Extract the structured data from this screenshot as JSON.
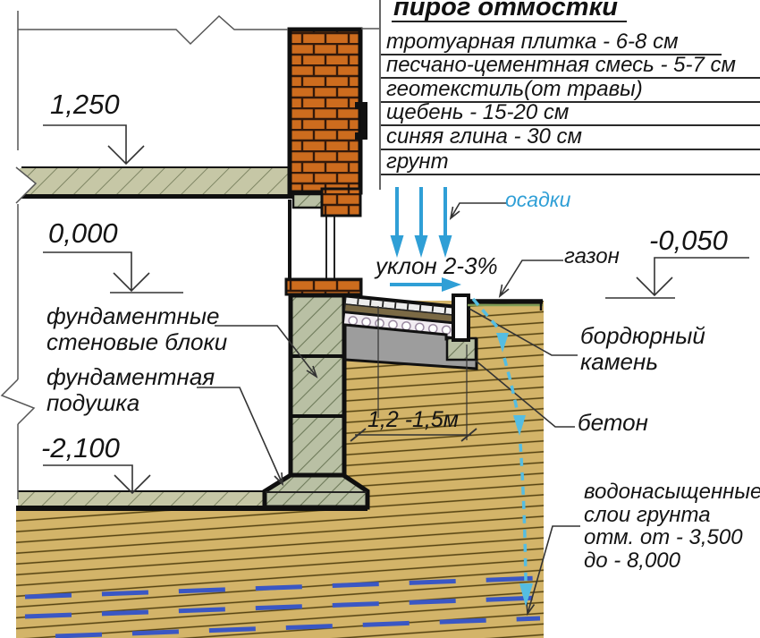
{
  "title": "пирог отмостки",
  "legend": {
    "items": [
      "тротуарная плитка - 6-8 см",
      "песчано-цементная смесь - 5-7 см",
      "геотекстиль(от травы)",
      "щебень - 15-20 см",
      "синяя глина - 30 см",
      "грунт"
    ]
  },
  "elevations": {
    "first_floor": "1,250",
    "ground_zero": "0,000",
    "basement": "-2,100",
    "lawn": "-0,050"
  },
  "labels": {
    "foundation_blocks": "фундаментные\nстеновые блоки",
    "foundation_pad": "фундаментная\nподушка",
    "lawn": "газон",
    "curb_stone": "бордюрный\nкамень",
    "concrete": "бетон",
    "saturated_soil": "водонасыщенные\nслои грунта\nотм. от - 3,500\nдо - 8,000",
    "slope": "уклон 2-3%",
    "precipitation": "осадки",
    "blind_area_width": "1,2 -1,5м"
  },
  "colors": {
    "precip_blue": "#2f9fd6",
    "infiltration_blue": "#55bde2",
    "groundwater_blue": "#3a57c4",
    "brick_orange": "#cd6c1e",
    "soil_tan": "#d3b469",
    "concrete_gray": "#9d9d9d",
    "foundation_green": "#b9c0a4",
    "lawn_green": "#7d9b55"
  }
}
